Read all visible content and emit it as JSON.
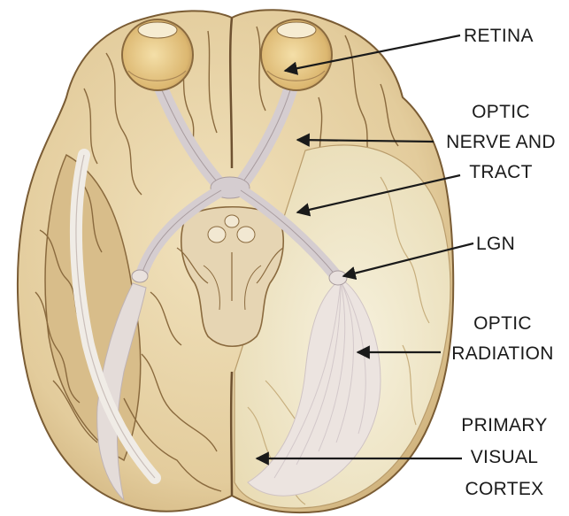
{
  "labels": {
    "retina": "RETINA",
    "optic_nerve_line1": "OPTIC",
    "optic_nerve_line2": "NERVE AND",
    "optic_nerve_line3": "TRACT",
    "lgn": "LGN",
    "optic_radiation_line1": "OPTIC",
    "optic_radiation_line2": "RADIATION",
    "primary_visual_line1": "PRIMARY",
    "primary_visual_line2": "VISUAL",
    "primary_visual_line3": "CORTEX"
  },
  "colors": {
    "brain_base": "#ead7ae",
    "brain_shadow": "#c9aa78",
    "sulcus_line": "#8a6a3e",
    "pathway": "#d9d2d6",
    "radiation_fill": "#efe9e0",
    "cortex_highlight": "#f3edd3",
    "eye_fill": "#e7c98a",
    "arrow": "#1a1a1a"
  }
}
